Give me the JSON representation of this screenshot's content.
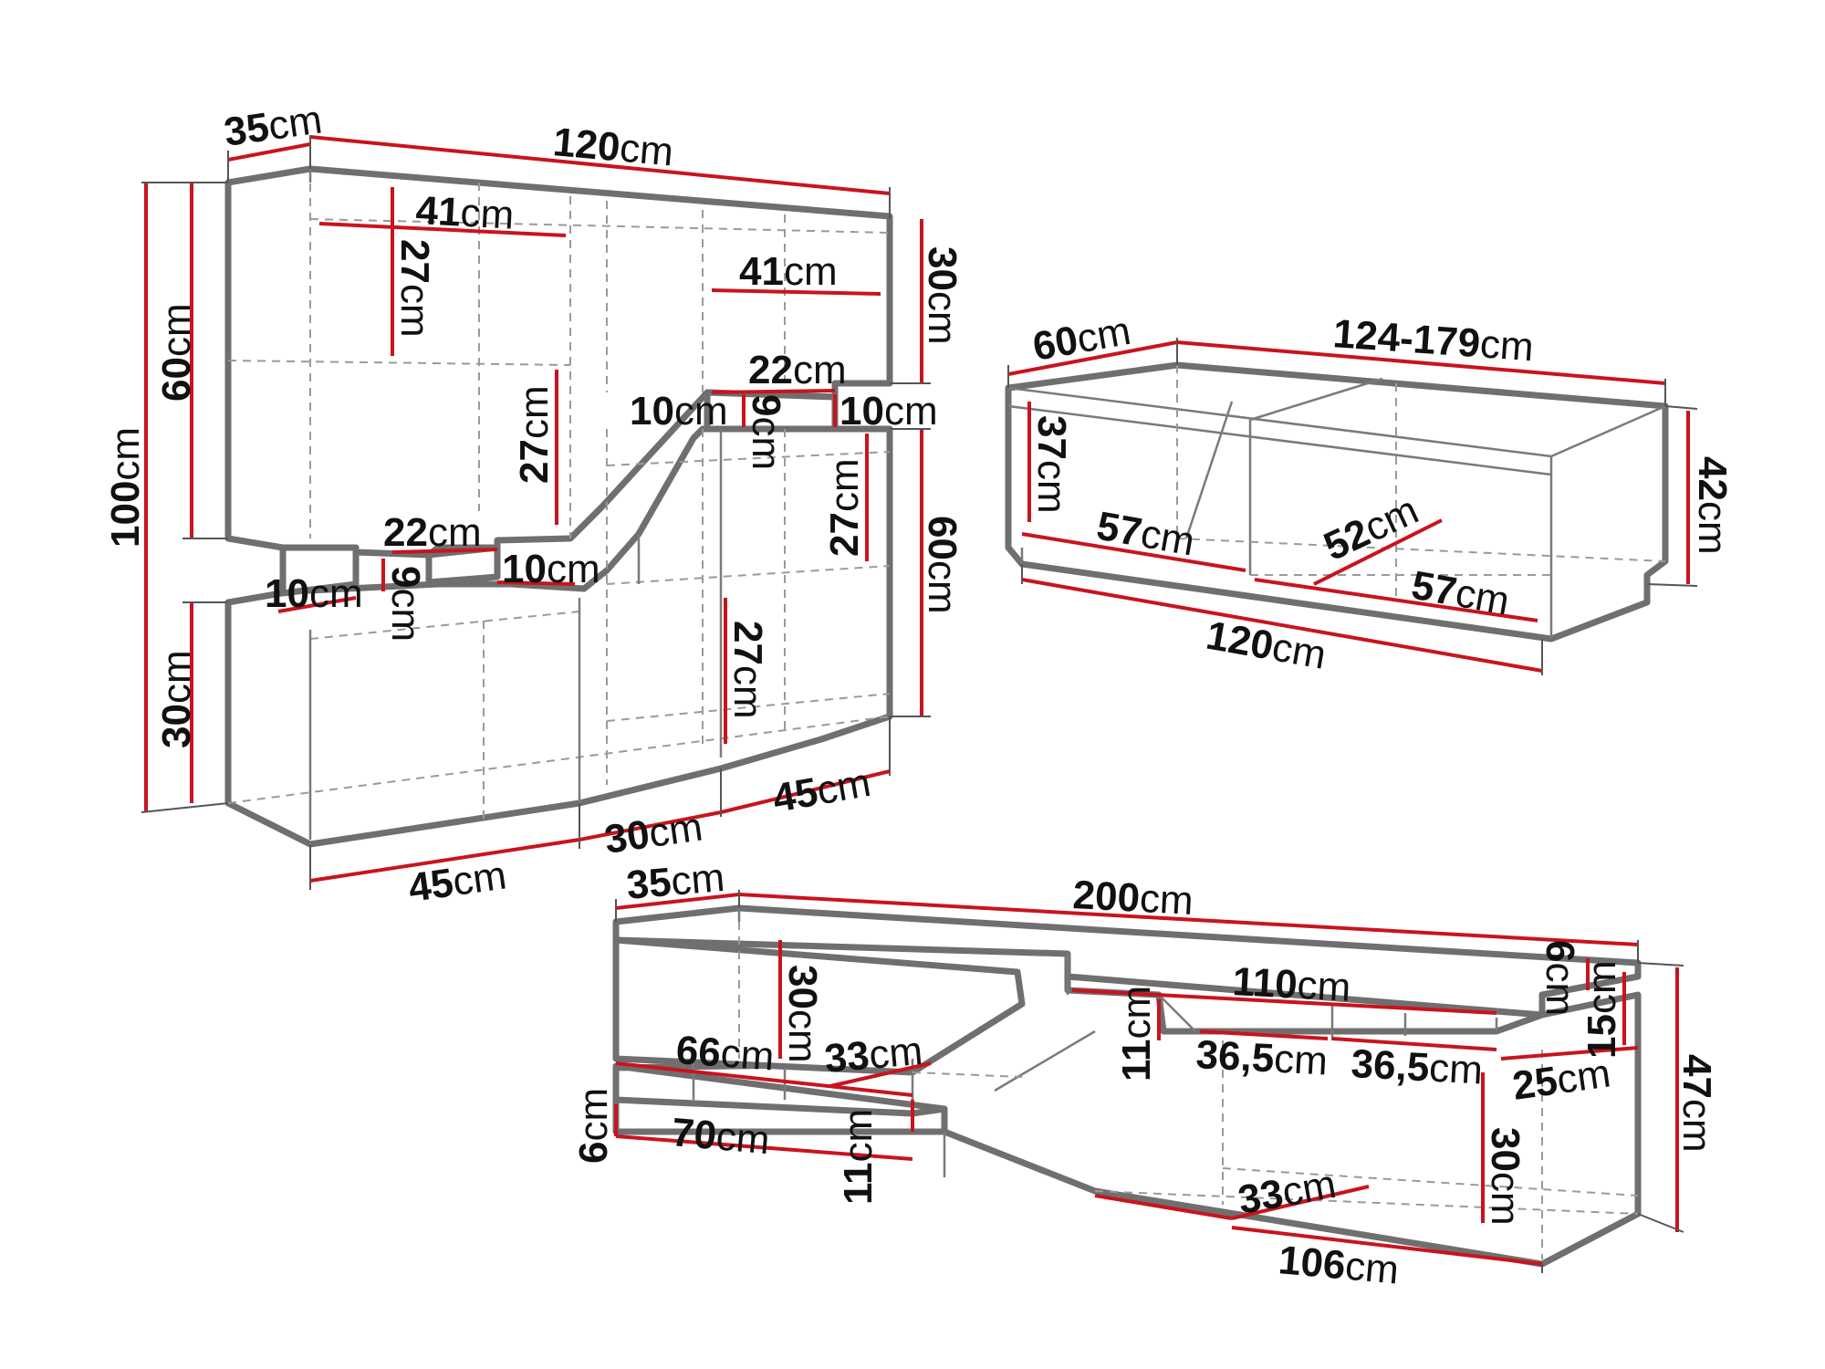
{
  "shelf_unit": {
    "width": {
      "n": "120",
      "u": "cm"
    },
    "depth": {
      "n": "35",
      "u": "cm"
    },
    "total_height": {
      "n": "100",
      "u": "cm"
    },
    "upper_height": {
      "n": "60",
      "u": "cm"
    },
    "lower_height": {
      "n": "30",
      "u": "cm"
    },
    "right_top_height": {
      "n": "30",
      "u": "cm"
    },
    "right_lower_height": {
      "n": "60",
      "u": "cm"
    },
    "shelf_width_top": {
      "n": "41",
      "u": "cm"
    },
    "shelf_width_right": {
      "n": "41",
      "u": "cm"
    },
    "shelf_height_upper": {
      "n": "27",
      "u": "cm"
    },
    "shelf_height_middle": {
      "n": "27",
      "u": "cm"
    },
    "shelf_height_right": {
      "n": "27",
      "u": "cm"
    },
    "shelf_height_lower": {
      "n": "27",
      "u": "cm"
    },
    "step_width_right": {
      "n": "22",
      "u": "cm"
    },
    "step_width_left": {
      "n": "22",
      "u": "cm"
    },
    "step_height_right": {
      "n": "9",
      "u": "cm"
    },
    "step_height_left": {
      "n": "9",
      "u": "cm"
    },
    "step_depth_a": {
      "n": "10",
      "u": "cm"
    },
    "step_depth_b": {
      "n": "10",
      "u": "cm"
    },
    "step_depth_c": {
      "n": "10",
      "u": "cm"
    },
    "step_depth_d": {
      "n": "10",
      "u": "cm"
    },
    "base_left": {
      "n": "45",
      "u": "cm"
    },
    "base_middle": {
      "n": "30",
      "u": "cm"
    },
    "base_right": {
      "n": "45",
      "u": "cm"
    }
  },
  "coffee_table": {
    "length": {
      "n": "124-179",
      "u": "cm"
    },
    "depth": {
      "n": "60",
      "u": "cm"
    },
    "height": {
      "n": "42",
      "u": "cm"
    },
    "base_length": {
      "n": "120",
      "u": "cm"
    },
    "inner_height": {
      "n": "37",
      "u": "cm"
    },
    "compartment_left": {
      "n": "57",
      "u": "cm"
    },
    "compartment_right": {
      "n": "57",
      "u": "cm"
    },
    "compartment_depth": {
      "n": "52",
      "u": "cm"
    }
  },
  "tv_stand": {
    "length": {
      "n": "200",
      "u": "cm"
    },
    "depth": {
      "n": "35",
      "u": "cm"
    },
    "height": {
      "n": "47",
      "u": "cm"
    },
    "top_thickness": {
      "n": "6",
      "u": "cm"
    },
    "right_height": {
      "n": "15",
      "u": "cm"
    },
    "upper_shelf_width": {
      "n": "110",
      "u": "cm"
    },
    "left_compartment_height": {
      "n": "30",
      "u": "cm"
    },
    "left_shelf_width": {
      "n": "66",
      "u": "cm"
    },
    "left_shelf_depth": {
      "n": "33",
      "u": "cm"
    },
    "drawer_height_left": {
      "n": "6",
      "u": "cm"
    },
    "drawer_width": {
      "n": "70",
      "u": "cm"
    },
    "drawer_height": {
      "n": "11",
      "u": "cm"
    },
    "middle_height": {
      "n": "11",
      "u": "cm"
    },
    "niche_a": {
      "n": "36,5",
      "u": "cm"
    },
    "niche_b": {
      "n": "36,5",
      "u": "cm"
    },
    "right_depth": {
      "n": "25",
      "u": "cm"
    },
    "right_compartment_height": {
      "n": "30",
      "u": "cm"
    },
    "bottom_depth": {
      "n": "33",
      "u": "cm"
    },
    "bottom_width": {
      "n": "106",
      "u": "cm"
    }
  }
}
